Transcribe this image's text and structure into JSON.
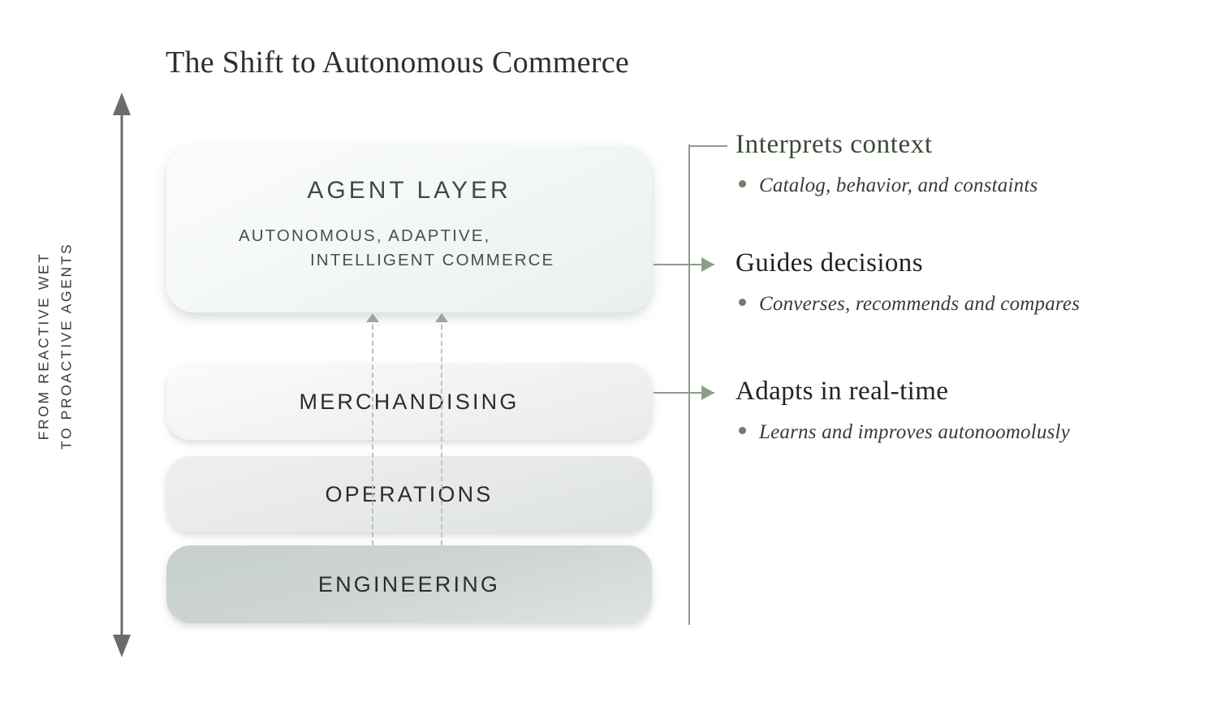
{
  "title": "The Shift to Autonomous Commerce",
  "axis": {
    "label": "FROM REACTIVE WET\nTO PROACTIVE AGENTS",
    "icon_top": "arrow-up-icon",
    "icon_bottom": "arrow-down-icon"
  },
  "stack": {
    "agent": {
      "title": "AGENT LAYER",
      "subtitle_line1": "AUTONOMOUS, ADAPTIVE,",
      "subtitle_line2": "INTELLIGENT COMMERCE"
    },
    "layers": [
      {
        "title": "MERCHANDISING"
      },
      {
        "title": "OPERATIONS"
      },
      {
        "title": "ENGINEERING"
      }
    ]
  },
  "callouts": [
    {
      "heading": "Interprets context",
      "bullet": "Catalog, behavior, and constaints"
    },
    {
      "heading": "Guides decisions",
      "bullet": "Converses, recommends and compares"
    },
    {
      "heading": "Adapts in real-time",
      "bullet": "Learns and improves autonoomolusly"
    }
  ],
  "colors": {
    "accent_green": "#8c9d88",
    "heading_green": "#3a4a35",
    "bullet_green": "#6d8068",
    "axis_gray": "#6c6c6c",
    "text_dark": "#2c2c2c"
  }
}
